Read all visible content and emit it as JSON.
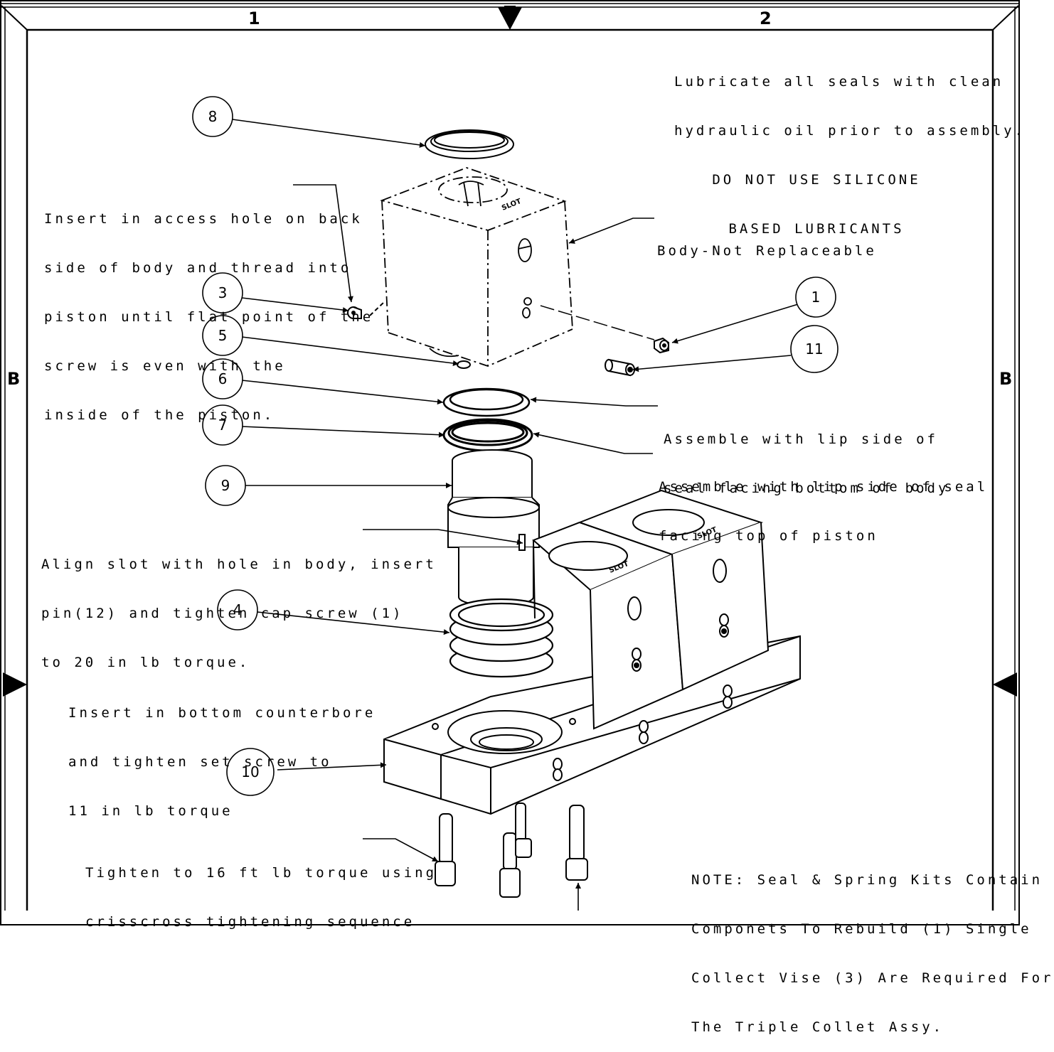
{
  "zones": {
    "top_left": "1",
    "top_right": "2",
    "left": "B",
    "right": "B"
  },
  "callouts": [
    {
      "id": "8",
      "label": "8"
    },
    {
      "id": "3",
      "label": "3"
    },
    {
      "id": "5",
      "label": "5"
    },
    {
      "id": "6",
      "label": "6"
    },
    {
      "id": "7",
      "label": "7"
    },
    {
      "id": "9",
      "label": "9"
    },
    {
      "id": "4",
      "label": "4"
    },
    {
      "id": "10",
      "label": "10"
    },
    {
      "id": "1",
      "label": "1"
    },
    {
      "id": "11",
      "label": "11"
    }
  ],
  "notes": {
    "lubricate": [
      "Lubricate all seals with clean",
      "hydraulic oil prior to assembly.",
      "DO NOT USE SILICONE",
      "BASED LUBRICANTS"
    ],
    "insert_access": [
      "Insert in access hole on back",
      "side of body and thread into",
      "piston until flat point of the",
      "screw is even with the",
      "inside of the piston."
    ],
    "body": [
      "Body-Not Replaceable"
    ],
    "seal_bottom": [
      "Assemble with lip side of",
      "seal facing bottom of body"
    ],
    "seal_top": [
      "Assemble with lip side of seal",
      "facing top of piston"
    ],
    "align_slot": [
      "Align slot with hole in body, insert",
      "pin(12) and tighten cap screw (1)",
      "to 20 in lb torque."
    ],
    "counterbore": [
      "Insert in bottom counterbore",
      "and tighten set screw to",
      "11 in lb torque"
    ],
    "tighten": [
      "Tighten to 16 ft lb torque using",
      "crisscross tightening sequence"
    ],
    "kit_note": [
      "NOTE: Seal & Spring Kits Contain",
      "Componets To Rebuild (1) Single",
      "Collect Vise (3) Are Required For",
      "The Triple Collet Assy."
    ]
  },
  "part_marks": {
    "slot": "SLOT"
  }
}
